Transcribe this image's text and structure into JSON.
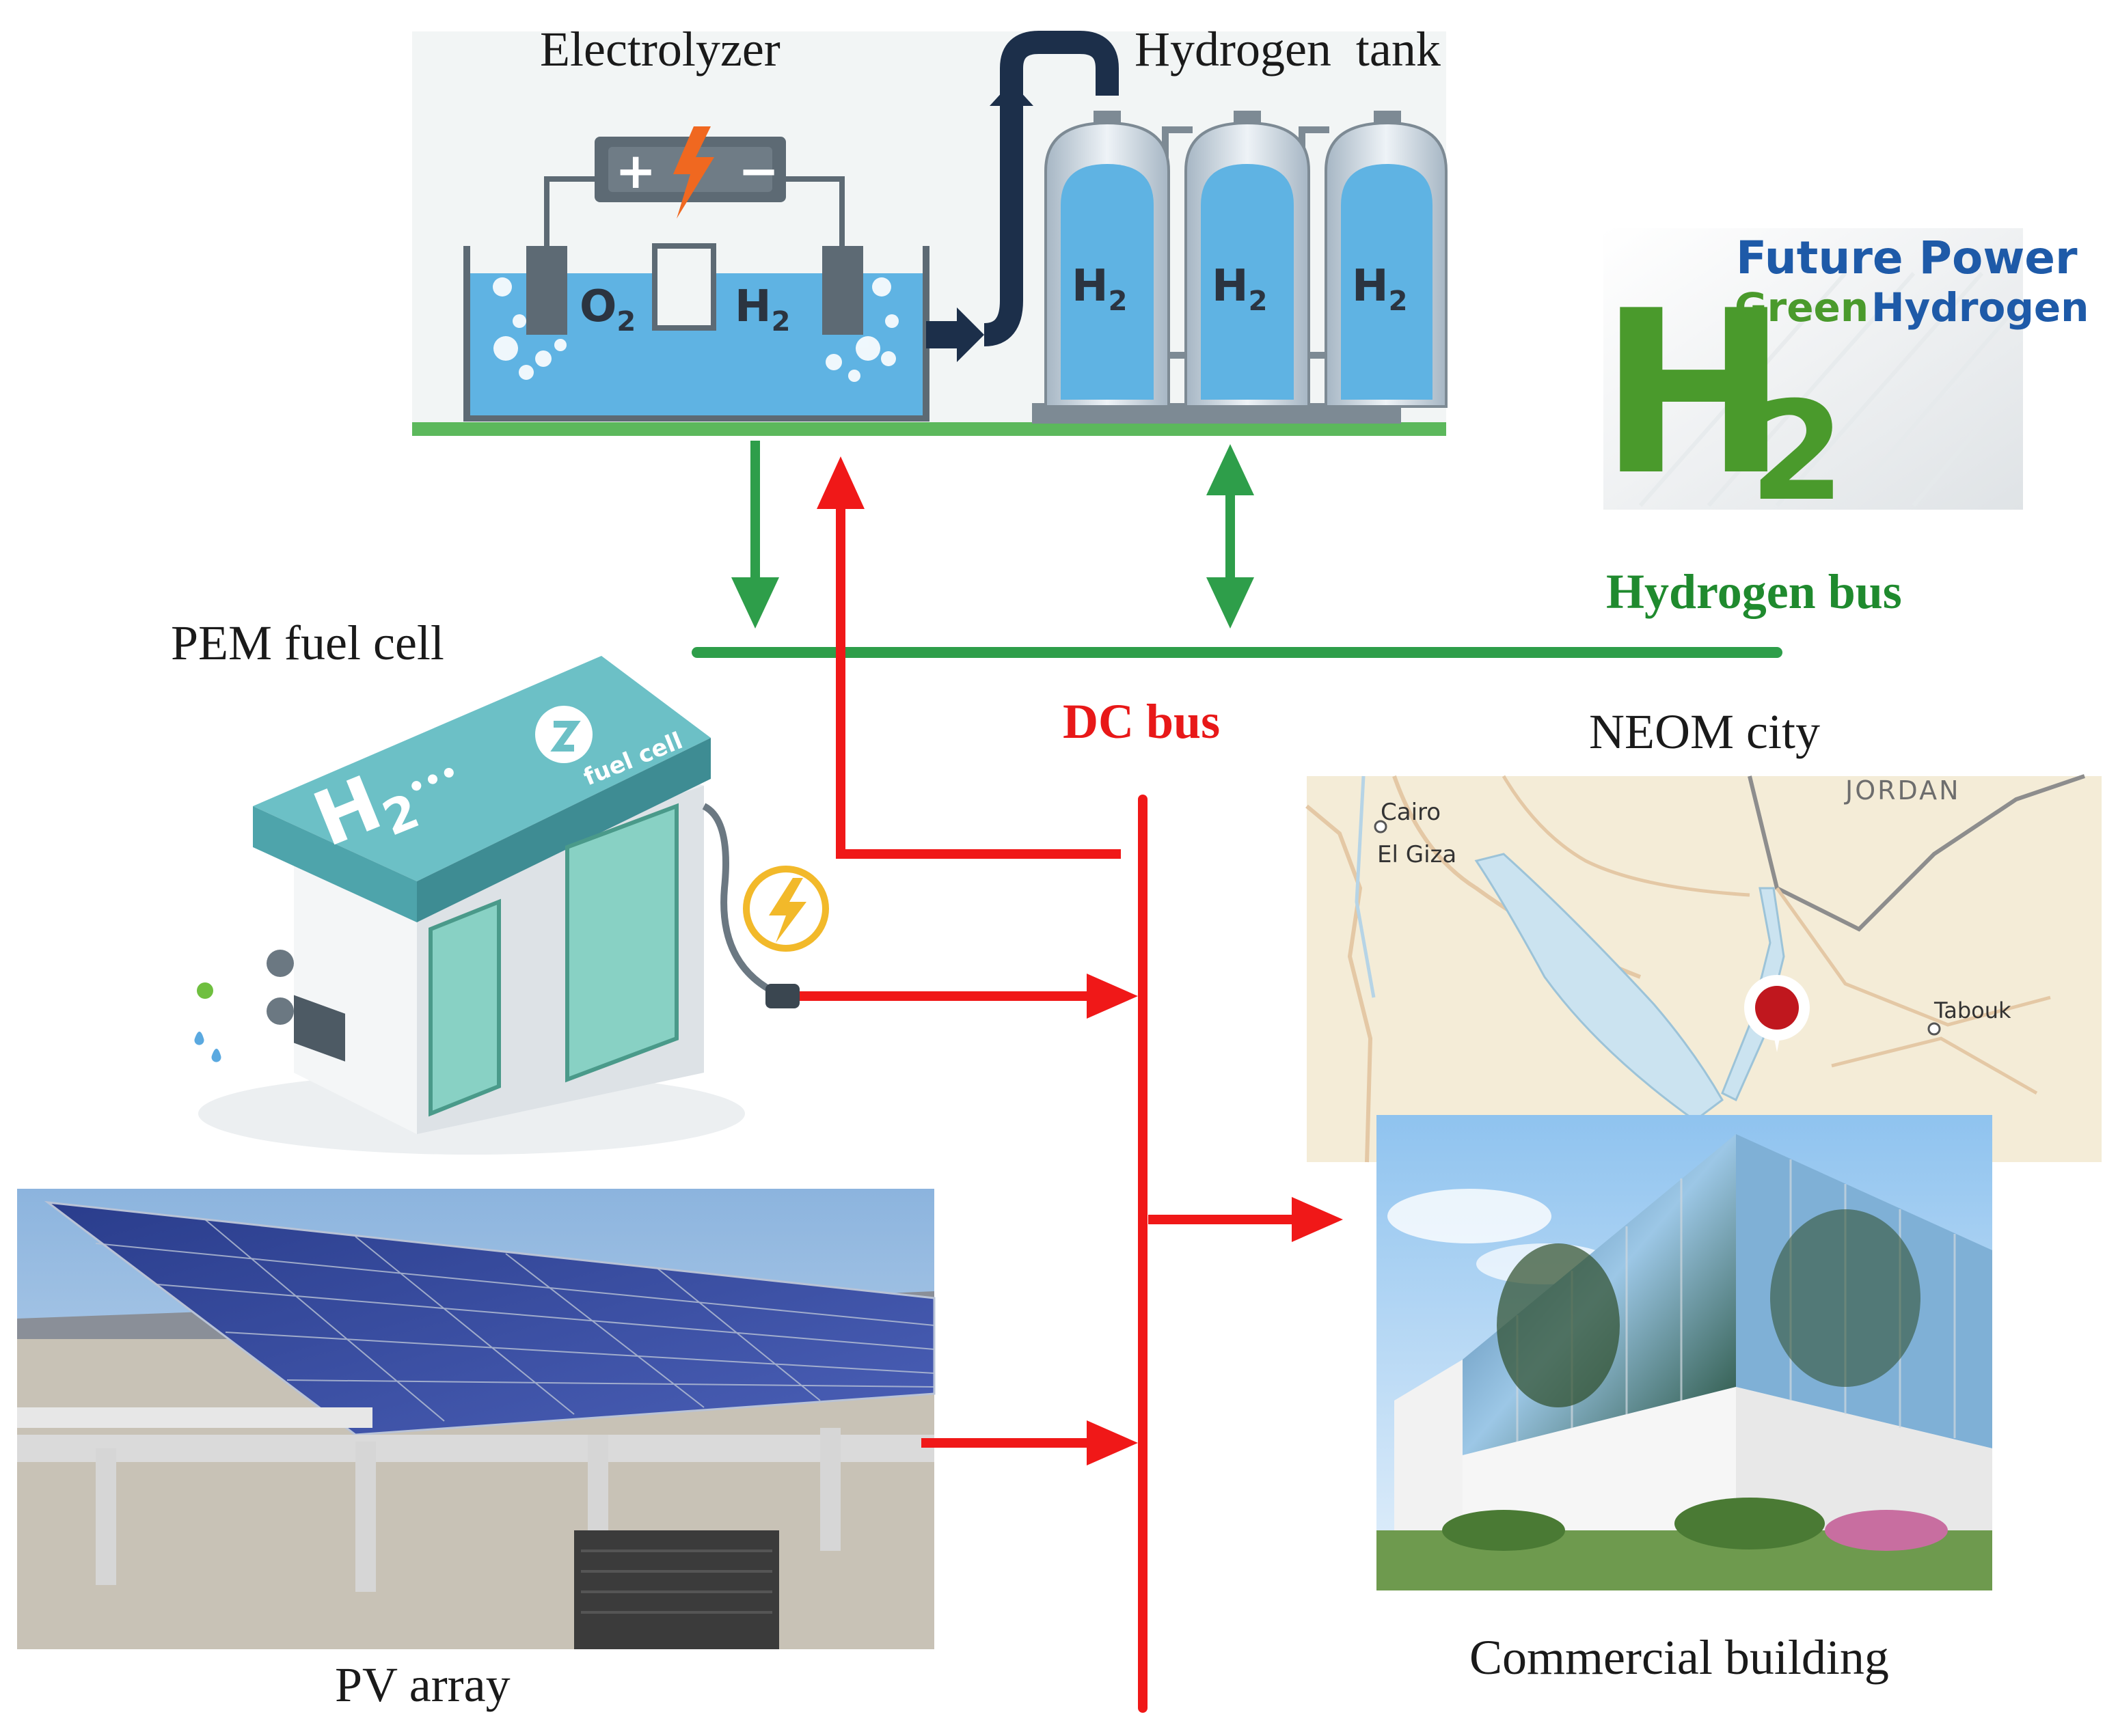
{
  "labels": {
    "electrolyzer": "Electrolyzer",
    "hydrogen_tank": "Hydrogen  tank",
    "pem_fuel_cell": "PEM fuel cell",
    "neom_city": "NEOM city",
    "pv_array": "PV array",
    "commercial_building": "Commercial building"
  },
  "buses": {
    "hydrogen_bus": "Hydrogen bus",
    "dc_bus": "DC bus"
  },
  "electrolyzer_graphic": {
    "o2": "O",
    "o2_sub": "2",
    "h2": "H",
    "h2_sub": "2",
    "plus": "+",
    "minus": "−"
  },
  "tank_graphic": {
    "tank_label": "H",
    "tank_sub": "2"
  },
  "logo": {
    "line1": "Future Power",
    "line2a": "Green",
    "line2b": "Hydrogen",
    "big_h": "H",
    "big_sub": "2"
  },
  "fuel_cell_graphic": {
    "panel_text": "H",
    "panel_sub": "2",
    "dots": "•••",
    "brand": "fuel cell"
  },
  "map": {
    "cairo": "Cairo",
    "el_giza": "El Giza",
    "jordan": "JORDAN",
    "tabouk": "Tabouk"
  },
  "colors": {
    "hydrogen_bus": "#2e9e4a",
    "dc_bus": "#f01818",
    "label_text": "#1a1a1a",
    "hydrogen_bus_text": "#1f8a2e",
    "dc_bus_text": "#e81818"
  }
}
